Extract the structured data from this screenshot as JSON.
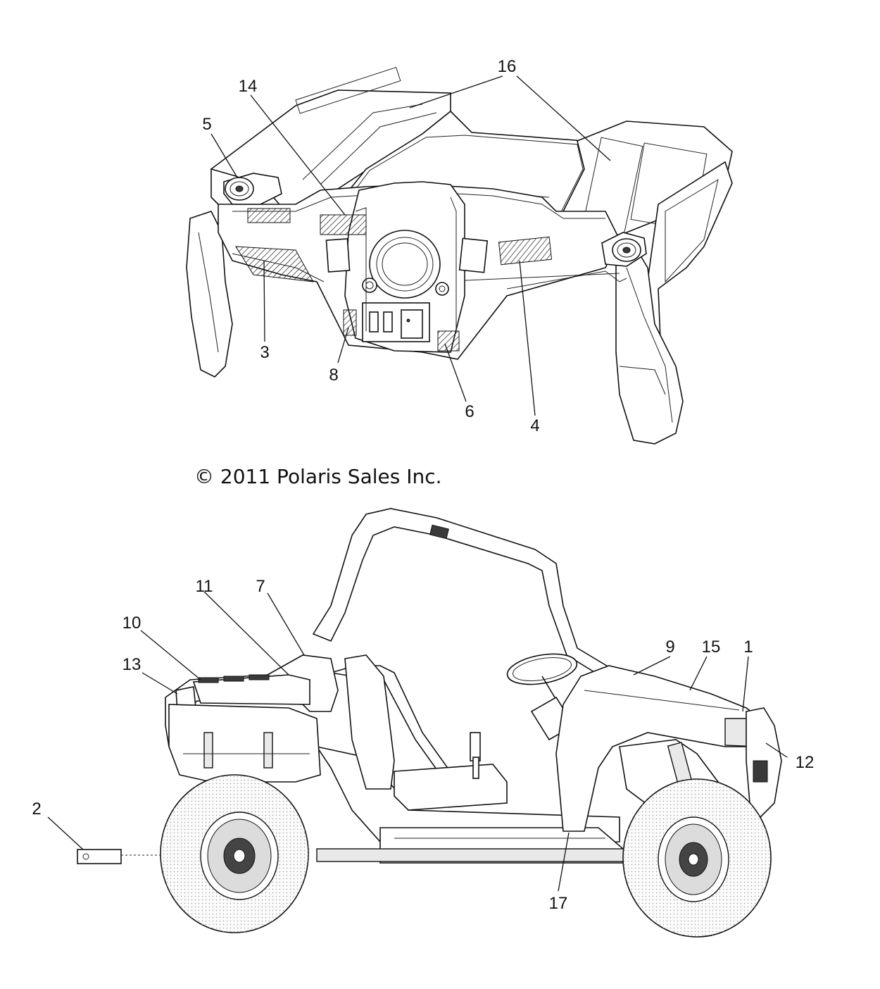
{
  "copyright": "© 2011 Polaris Sales Inc.",
  "callouts": {
    "c1": "1",
    "c2": "2",
    "c3": "3",
    "c4": "4",
    "c5": "5",
    "c6": "6",
    "c7": "7",
    "c8": "8",
    "c9": "9",
    "c10": "10",
    "c11": "11",
    "c12": "12",
    "c13": "13",
    "c14": "14",
    "c15": "15",
    "c16": "16",
    "c17": "17"
  }
}
